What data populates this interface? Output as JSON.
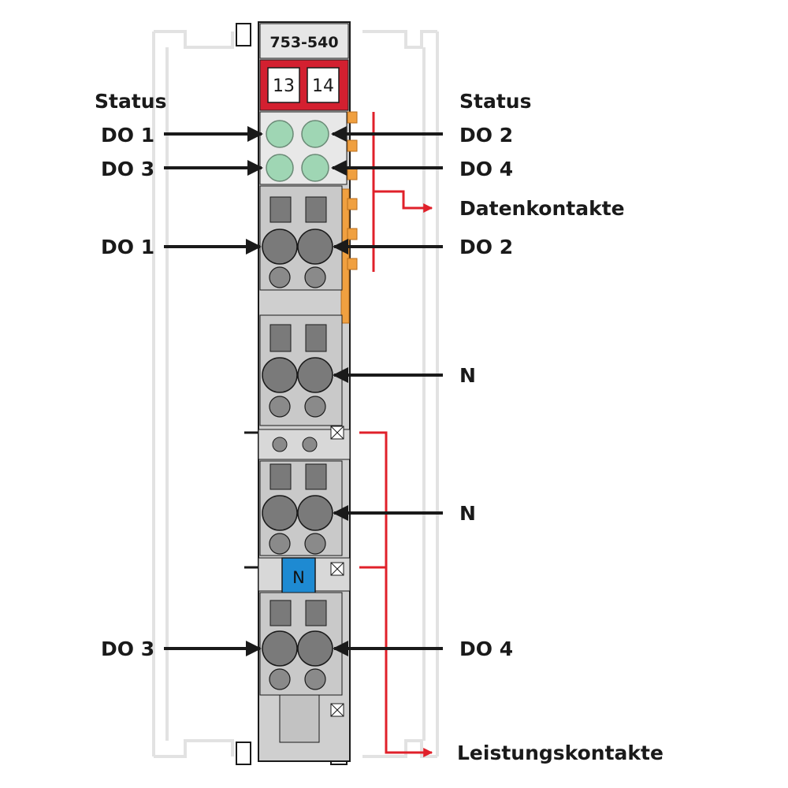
{
  "module": {
    "part_number": "753-540",
    "marker_left": "13",
    "marker_right": "14",
    "n_marker": "N"
  },
  "labels": {
    "status_left": "Status",
    "status_right": "Status",
    "led_do1": "DO 1",
    "led_do2": "DO 2",
    "led_do3": "DO 3",
    "led_do4": "DO 4",
    "conn_do1": "DO 1",
    "conn_do2": "DO 2",
    "n_upper": "N",
    "n_lower": "N",
    "conn_do3": "DO 3",
    "conn_do4": "DO 4",
    "data_contacts": "Datenkontakte",
    "power_contacts": "Leistungskontakte"
  },
  "colors": {
    "body": "#c9c9c9",
    "body_dark": "#9c9c9c",
    "terminal": "#7a7a7a",
    "led": "#9fd6b4",
    "marker_red": "#d32030",
    "orange": "#f0a040",
    "n_blue": "#1e8ad2",
    "callout_red": "#e0202a",
    "arrow": "#1a1a1a",
    "rail": "#e2e2e2"
  }
}
